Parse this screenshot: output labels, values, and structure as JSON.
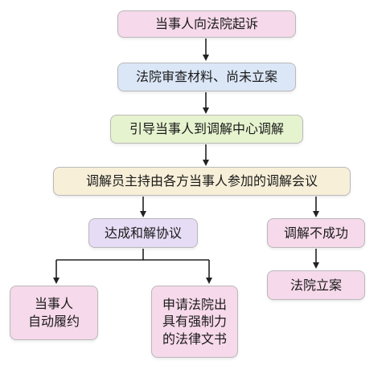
{
  "nodes": {
    "sue": "当事人向法院起诉",
    "review": "法院审查材料、尚未立案",
    "guide": "引导当事人到调解中心调解",
    "mediate": "调解员主持由各方当事人参加的调解会议",
    "agree": "达成和解协议",
    "fail": "调解不成功",
    "perform": "当事人\n自动履约",
    "enforce": "申请法院出\n具有强制力\n的法律文书",
    "file": "法院立案"
  },
  "colors": {
    "pink": "#f6d9ea",
    "blue": "#dbe7f7",
    "green": "#e6f3cf",
    "cream": "#f7efd8",
    "purple": "#e6dcf5",
    "line": "#222222"
  }
}
